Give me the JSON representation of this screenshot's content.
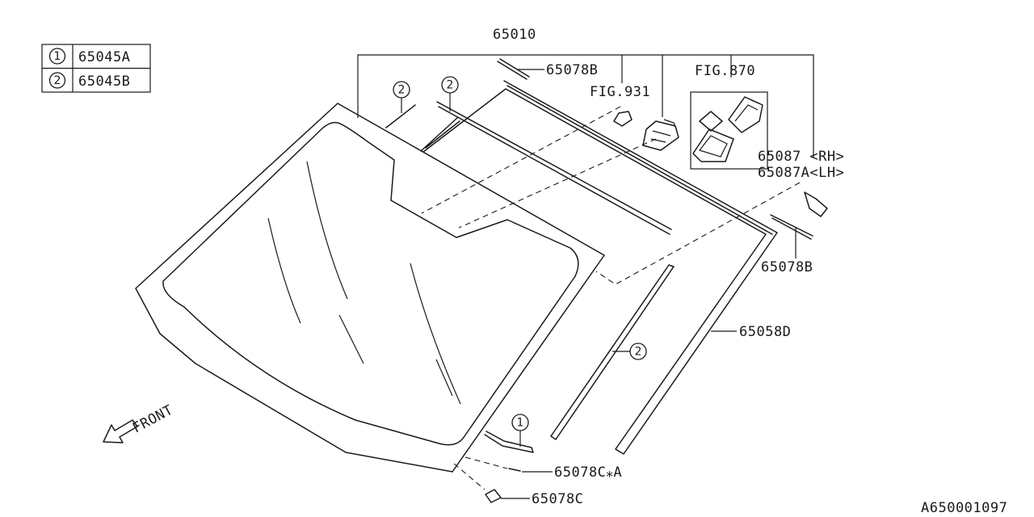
{
  "legend": [
    {
      "num": "1",
      "part": "65045A"
    },
    {
      "num": "2",
      "part": "65045B"
    }
  ],
  "labels": {
    "main_assembly": "65010",
    "molding_top": "65078B",
    "fig_931": "FIG.931",
    "fig_870": "FIG.870",
    "bracket_rh": "65087 <RH>",
    "bracket_lh": "65087A<LH>",
    "molding_right": "65078B",
    "dam_rubber": "65058D",
    "clip_a": "65078C⁎A",
    "clip": "65078C",
    "front": "FRONT",
    "diagram_code": "A650001097"
  },
  "callouts": {
    "c2_top_left": "2",
    "c2_top_mid": "2",
    "c2_side": "2",
    "c1_bottom": "1"
  }
}
